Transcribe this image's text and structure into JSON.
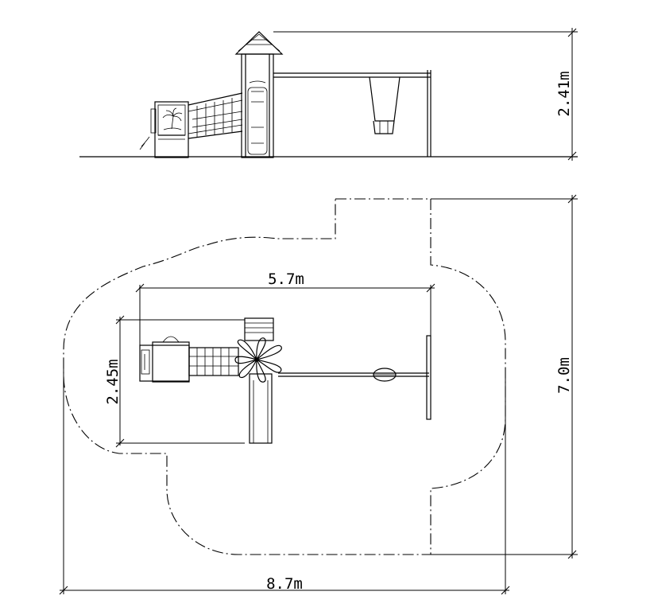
{
  "dimensions": {
    "elevation_height": "2.41m",
    "structure_length": "5.7m",
    "structure_depth": "2.45m",
    "safety_zone_depth": "7.0m",
    "safety_zone_length": "8.7m"
  },
  "colors": {
    "line": "#000000",
    "background": "#ffffff"
  }
}
